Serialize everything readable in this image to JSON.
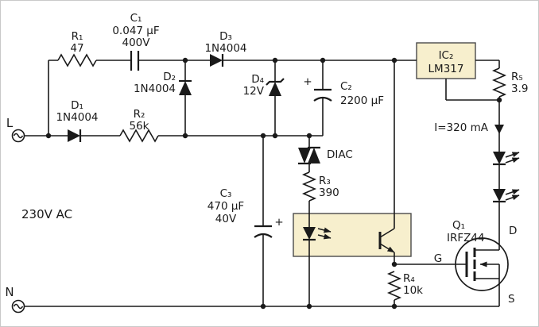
{
  "colors": {
    "wire": "#1a1a1a",
    "box_fill": "#f7efcd",
    "box_border": "#4a4a4a",
    "background": "#ffffff"
  },
  "source": {
    "live": "L",
    "neutral": "N",
    "ac_symbol": "~",
    "supply": "230V AC"
  },
  "input_stage": {
    "r1": {
      "ref": "R₁",
      "value": "47"
    },
    "c1": {
      "ref": "C₁",
      "value": "0.047 µF",
      "voltage": "400V"
    },
    "d1": {
      "ref": "D₁",
      "value": "1N4004"
    },
    "d2": {
      "ref": "D₂",
      "value": "1N4004"
    },
    "d3": {
      "ref": "D₃",
      "value": "1N4004"
    },
    "r2": {
      "ref": "R₂",
      "value": "56k"
    }
  },
  "supply_stage": {
    "d4": {
      "ref": "D₄",
      "value": "12V"
    },
    "c2": {
      "ref": "C₂",
      "value": "2200 µF",
      "polarity": "+"
    },
    "ic2": {
      "ref": "IC₂",
      "value": "LM317"
    },
    "r5": {
      "ref": "R₅",
      "value": "3.9"
    },
    "current": "I=320 mA"
  },
  "trigger_stage": {
    "diac": {
      "label": "DIAC"
    },
    "r3": {
      "ref": "R₃",
      "value": "390"
    },
    "c3": {
      "ref": "C₃",
      "value": "470 µF",
      "voltage": "40V",
      "polarity": "+"
    },
    "r4": {
      "ref": "R₄",
      "value": "10k"
    }
  },
  "output_stage": {
    "q1": {
      "ref": "Q₁",
      "value": "IRFZ44",
      "pin_drain": "D",
      "pin_gate": "G",
      "pin_source": "S"
    }
  }
}
